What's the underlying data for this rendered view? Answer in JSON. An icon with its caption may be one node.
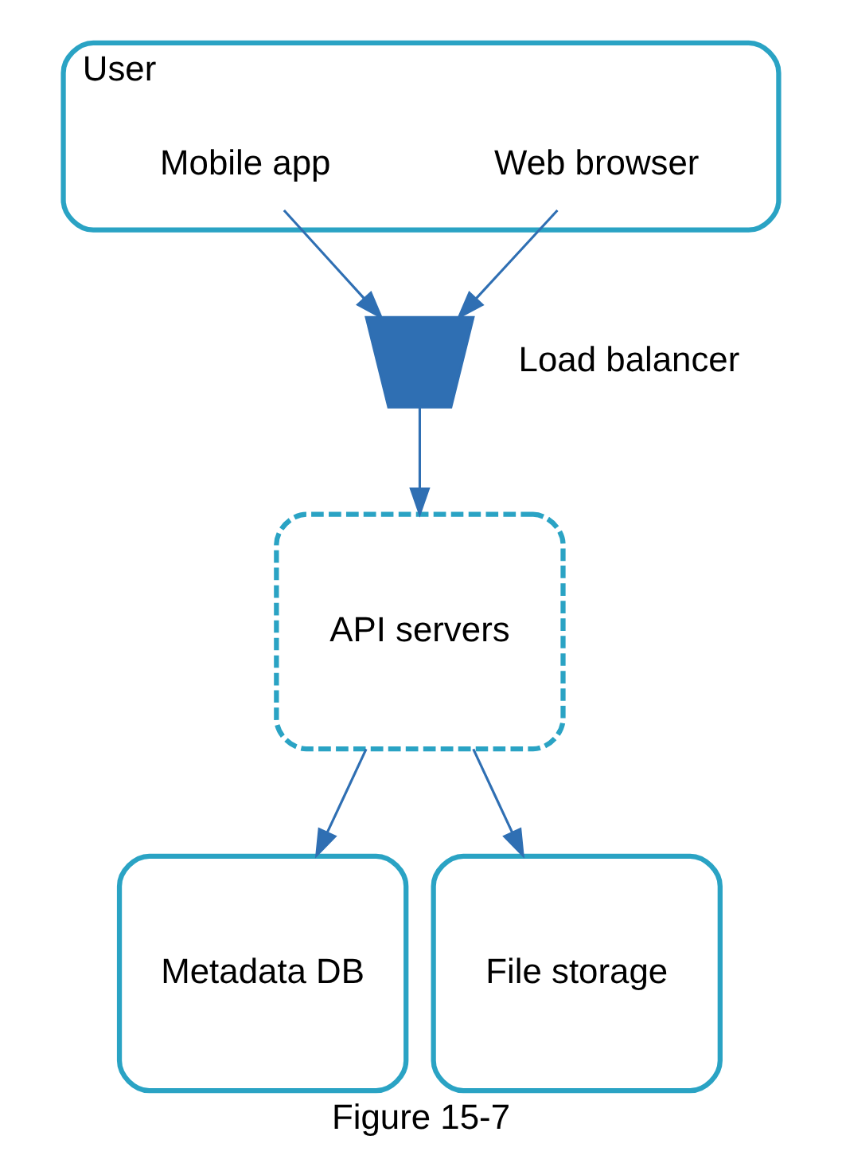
{
  "diagram": {
    "caption": "Figure 15-7",
    "nodes": [
      {
        "text": [
          "User"
        ]
      },
      {
        "text": [
          "Web browser"
        ],
        "in": 0
      },
      {
        "text": [
          "Mobile app"
        ],
        "in": 0
      },
      {
        "text": [],
        "shape": "trapezoid",
        "beside": [
          "Load balancer"
        ]
      },
      {
        "text": [
          "API servers"
        ]
      },
      {
        "text": [
          "Metadata DB"
        ]
      },
      {
        "text": [
          "File storage"
        ]
      }
    ],
    "edges": [
      {
        "from": 1,
        "to": 3,
        "arrow": "to"
      },
      {
        "from": 2,
        "to": 3,
        "arrow": "to"
      },
      {
        "from": 3,
        "to": 4,
        "arrow": "to"
      },
      {
        "from": 4,
        "to": 5,
        "arrow": "to"
      },
      {
        "from": 4,
        "to": 6,
        "arrow": "to"
      }
    ]
  }
}
